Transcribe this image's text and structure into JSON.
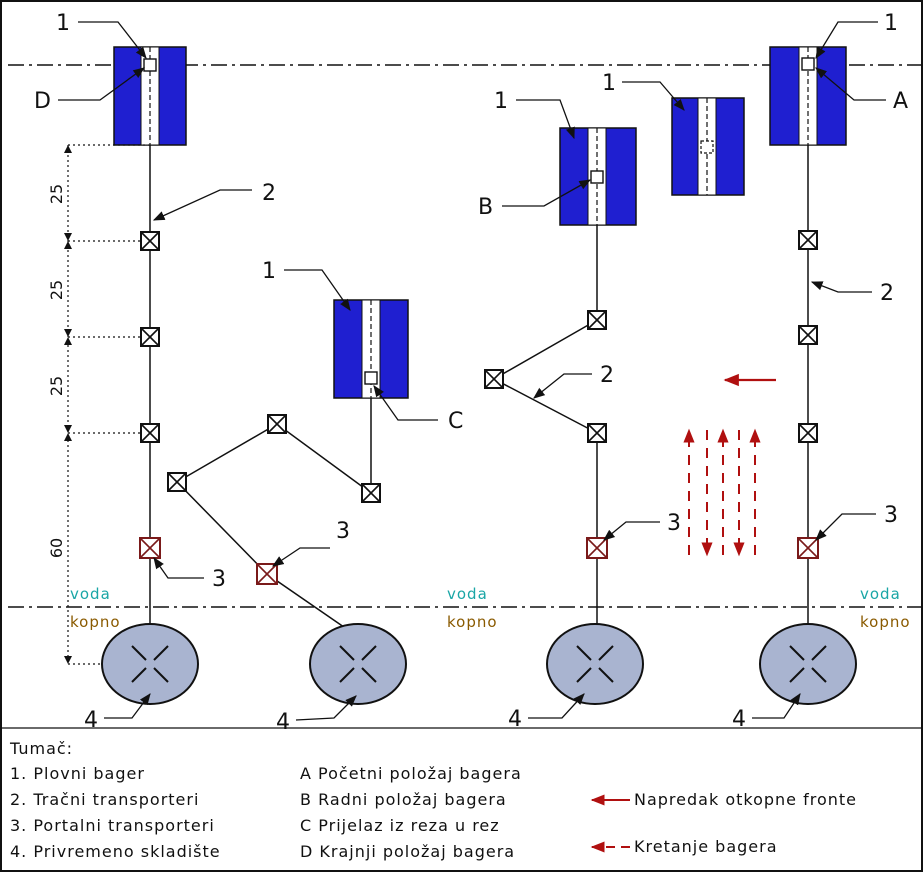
{
  "labels": {
    "n1": "1",
    "n2": "2",
    "n3": "3",
    "n4": "4",
    "A": "A",
    "B": "B",
    "C": "C",
    "D": "D"
  },
  "dimensions": [
    "25",
    "25",
    "25",
    "60"
  ],
  "zones": {
    "water": "voda",
    "land": "kopno",
    "water_color": "#1aa6a6",
    "land_color": "#8a5a00"
  },
  "colors": {
    "dredger_blue": "#1f1fd0",
    "storage_fill": "#a9b4d0",
    "portal_color": "#7a1a1a",
    "arrow_color": "#b01010"
  },
  "legend": {
    "title": "Tumač:",
    "numbered": [
      "1. Plovni bager",
      "2. Tračni transporteri",
      "3. Portalni transporteri",
      "4. Privremeno skladište"
    ],
    "lettered": [
      "A Početni položaj bagera",
      "B Radni položaj bagera",
      "C Prijelaz iz reza u rez",
      "D Krajnji položaj bagera"
    ],
    "arrows": [
      "Napredak otkopne fronte",
      "Kretanje bagera"
    ]
  }
}
